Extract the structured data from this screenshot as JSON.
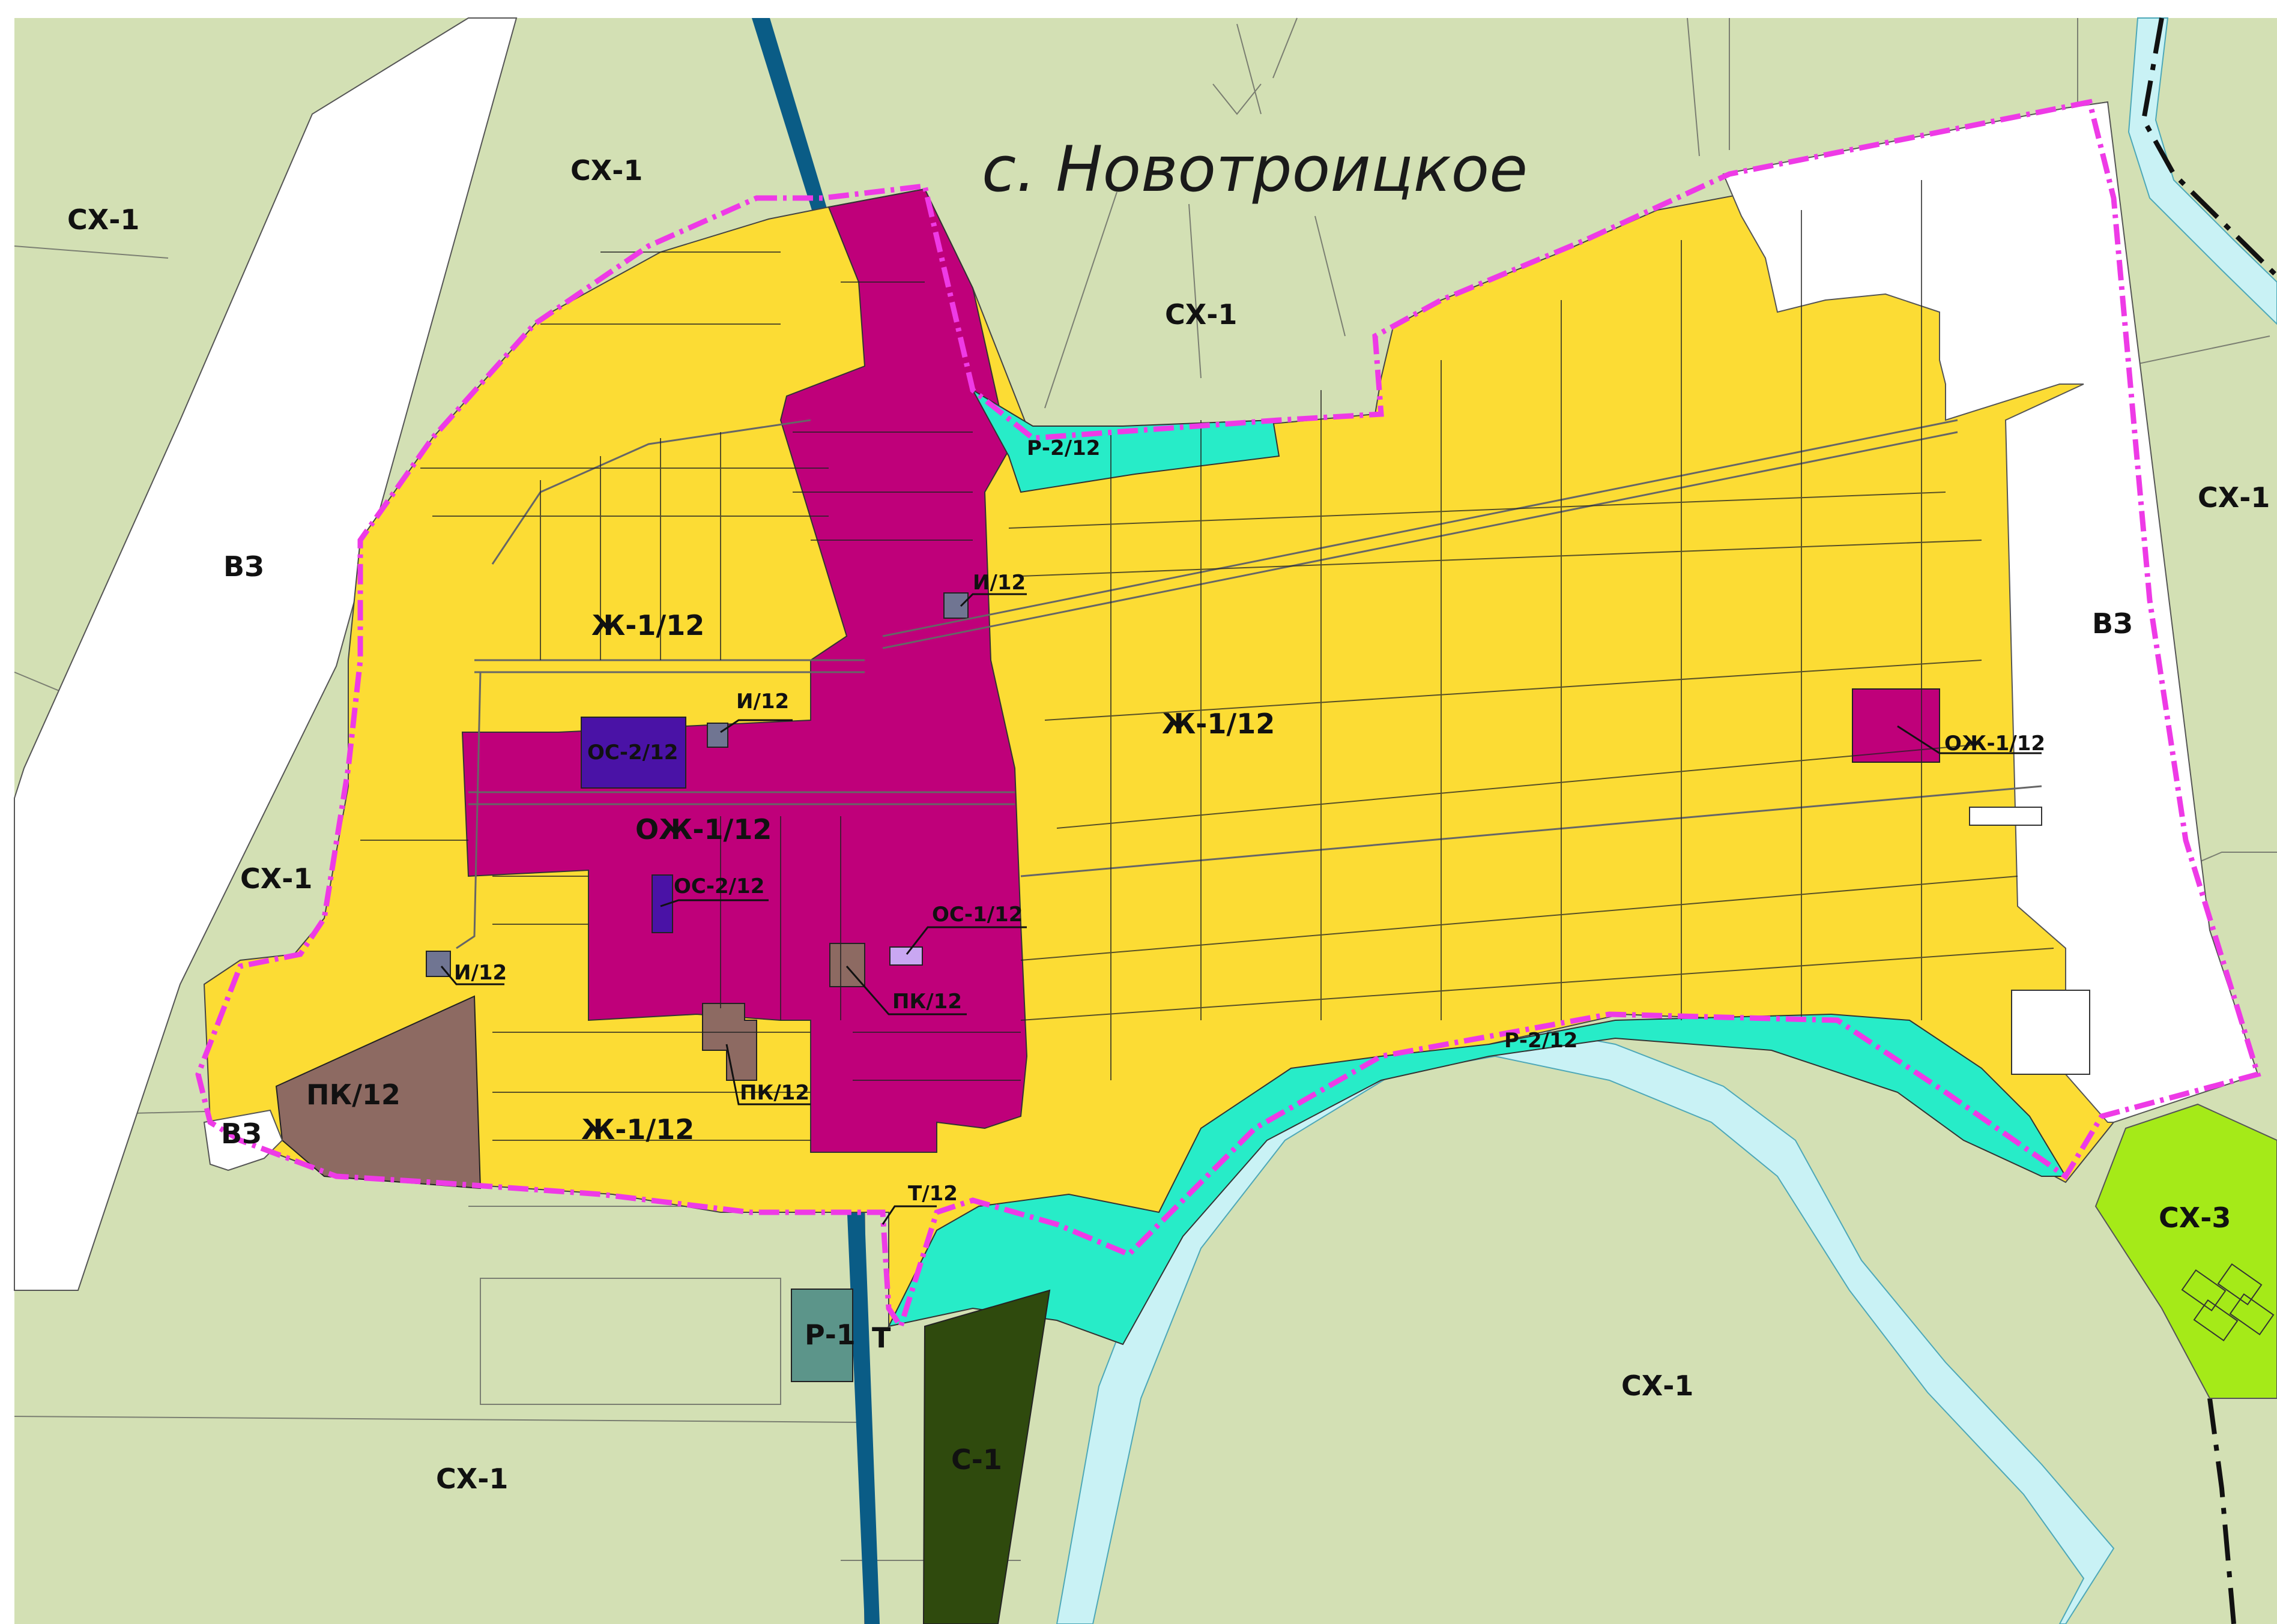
{
  "map": {
    "settlement_title": "с. Новотроицкое",
    "colors": {
      "agricultural": "#d3e0b4",
      "residential": "#fcdc34",
      "mixed_public": "#bf007a",
      "recreation": "#27ecc8",
      "social": "#4a12a6",
      "engineering": "#707592",
      "production": "#8d6a62",
      "reserve": "#ffffff",
      "river": "#c9f2f5",
      "canal": "#0a5c86",
      "boundary": "#ee3ae6",
      "cemetery": "#2f4a0d",
      "sports": "#5c958a",
      "orchards": "#a5ea18"
    },
    "zone_labels": {
      "sx1_nw": "СХ-1",
      "sx1_north": "СХ-1",
      "sx1_north_mid": "СХ-1",
      "sx1_east": "СХ-1",
      "sx1_west": "СХ-1",
      "sx1_south_west": "СХ-1",
      "sx1_south": "СХ-1",
      "sx3": "СХ-3",
      "vz_west": "ВЗ",
      "vz_east": "ВЗ",
      "vz_sw": "ВЗ",
      "zh_nw": "Ж-1/12",
      "zh_center": "Ж-1/12",
      "zh_south": "Ж-1/12",
      "ozh_center": "ОЖ-1/12",
      "ozh_east": "ОЖ-1/12",
      "os2_a": "ОС-2/12",
      "os2_b": "ОС-2/12",
      "os1": "ОС-1/12",
      "i_north": "И/12",
      "i_center": "И/12",
      "i_west": "И/12",
      "pk_sw": "ПК/12",
      "pk_center": "ПК/12",
      "pk_south": "ПК/12",
      "r2_north": "Р-2/12",
      "r2_south": "Р-2/12",
      "r1": "Р-1",
      "t12": "Т/12",
      "t": "Т",
      "c1": "С-1"
    }
  }
}
